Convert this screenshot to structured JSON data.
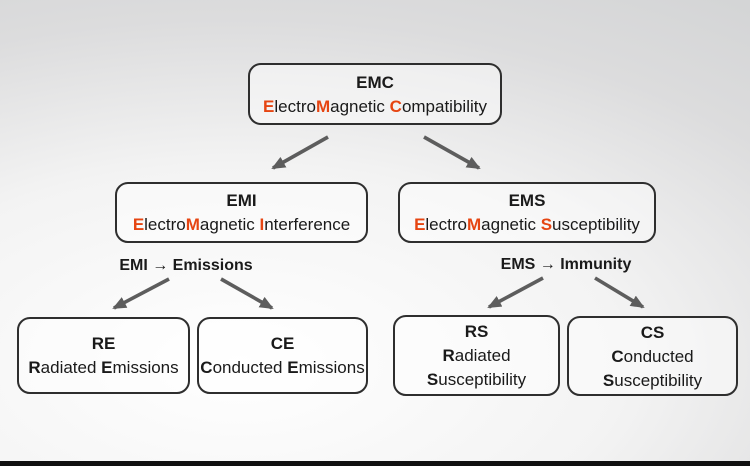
{
  "palette": {
    "accent": "#e64512",
    "arrow": "#5d5d5d",
    "border": "#2e2e2e",
    "text": "#1a1a1a",
    "bottom_bar": "#101010"
  },
  "nodes": {
    "emc": {
      "acronym": "EMC",
      "expansion": [
        {
          "t": "E",
          "hl": true
        },
        {
          "t": "lectro"
        },
        {
          "t": "M",
          "hl": true
        },
        {
          "t": "agnetic "
        },
        {
          "t": "C",
          "hl": true
        },
        {
          "t": "ompatibility"
        }
      ]
    },
    "emi": {
      "acronym": "EMI",
      "expansion": [
        {
          "t": "E",
          "hl": true
        },
        {
          "t": "lectro"
        },
        {
          "t": "M",
          "hl": true
        },
        {
          "t": "agnetic "
        },
        {
          "t": "I",
          "hl": true
        },
        {
          "t": "nterference"
        }
      ]
    },
    "ems": {
      "acronym": "EMS",
      "expansion": [
        {
          "t": "E",
          "hl": true
        },
        {
          "t": "lectro"
        },
        {
          "t": "M",
          "hl": true
        },
        {
          "t": "agnetic "
        },
        {
          "t": "S",
          "hl": true
        },
        {
          "t": "usceptibility"
        }
      ]
    },
    "re": {
      "acronym": "RE",
      "lines": [
        [
          {
            "t": "R",
            "b": true
          },
          {
            "t": "adiated "
          },
          {
            "t": "E",
            "b": true
          },
          {
            "t": "missions"
          }
        ]
      ]
    },
    "ce": {
      "acronym": "CE",
      "lines": [
        [
          {
            "t": "C",
            "b": true
          },
          {
            "t": "onducted "
          },
          {
            "t": "E",
            "b": true
          },
          {
            "t": "missions"
          }
        ]
      ]
    },
    "rs": {
      "acronym": "RS",
      "lines": [
        [
          {
            "t": "R",
            "b": true
          },
          {
            "t": "adiated"
          }
        ],
        [
          {
            "t": "S",
            "b": true
          },
          {
            "t": "usceptibility"
          }
        ]
      ]
    },
    "cs": {
      "acronym": "CS",
      "lines": [
        [
          {
            "t": "C",
            "b": true
          },
          {
            "t": "onducted"
          }
        ],
        [
          {
            "t": "S",
            "b": true
          },
          {
            "t": "usceptibility"
          }
        ]
      ]
    }
  },
  "labels": {
    "emi_flow": [
      {
        "t": "EMI",
        "b": true
      },
      {
        "t": " → "
      },
      {
        "t": "Emissions",
        "b": true
      }
    ],
    "ems_flow": [
      {
        "t": "EMS",
        "b": true
      },
      {
        "t": " → "
      },
      {
        "t": "Immunity",
        "b": true
      }
    ]
  }
}
